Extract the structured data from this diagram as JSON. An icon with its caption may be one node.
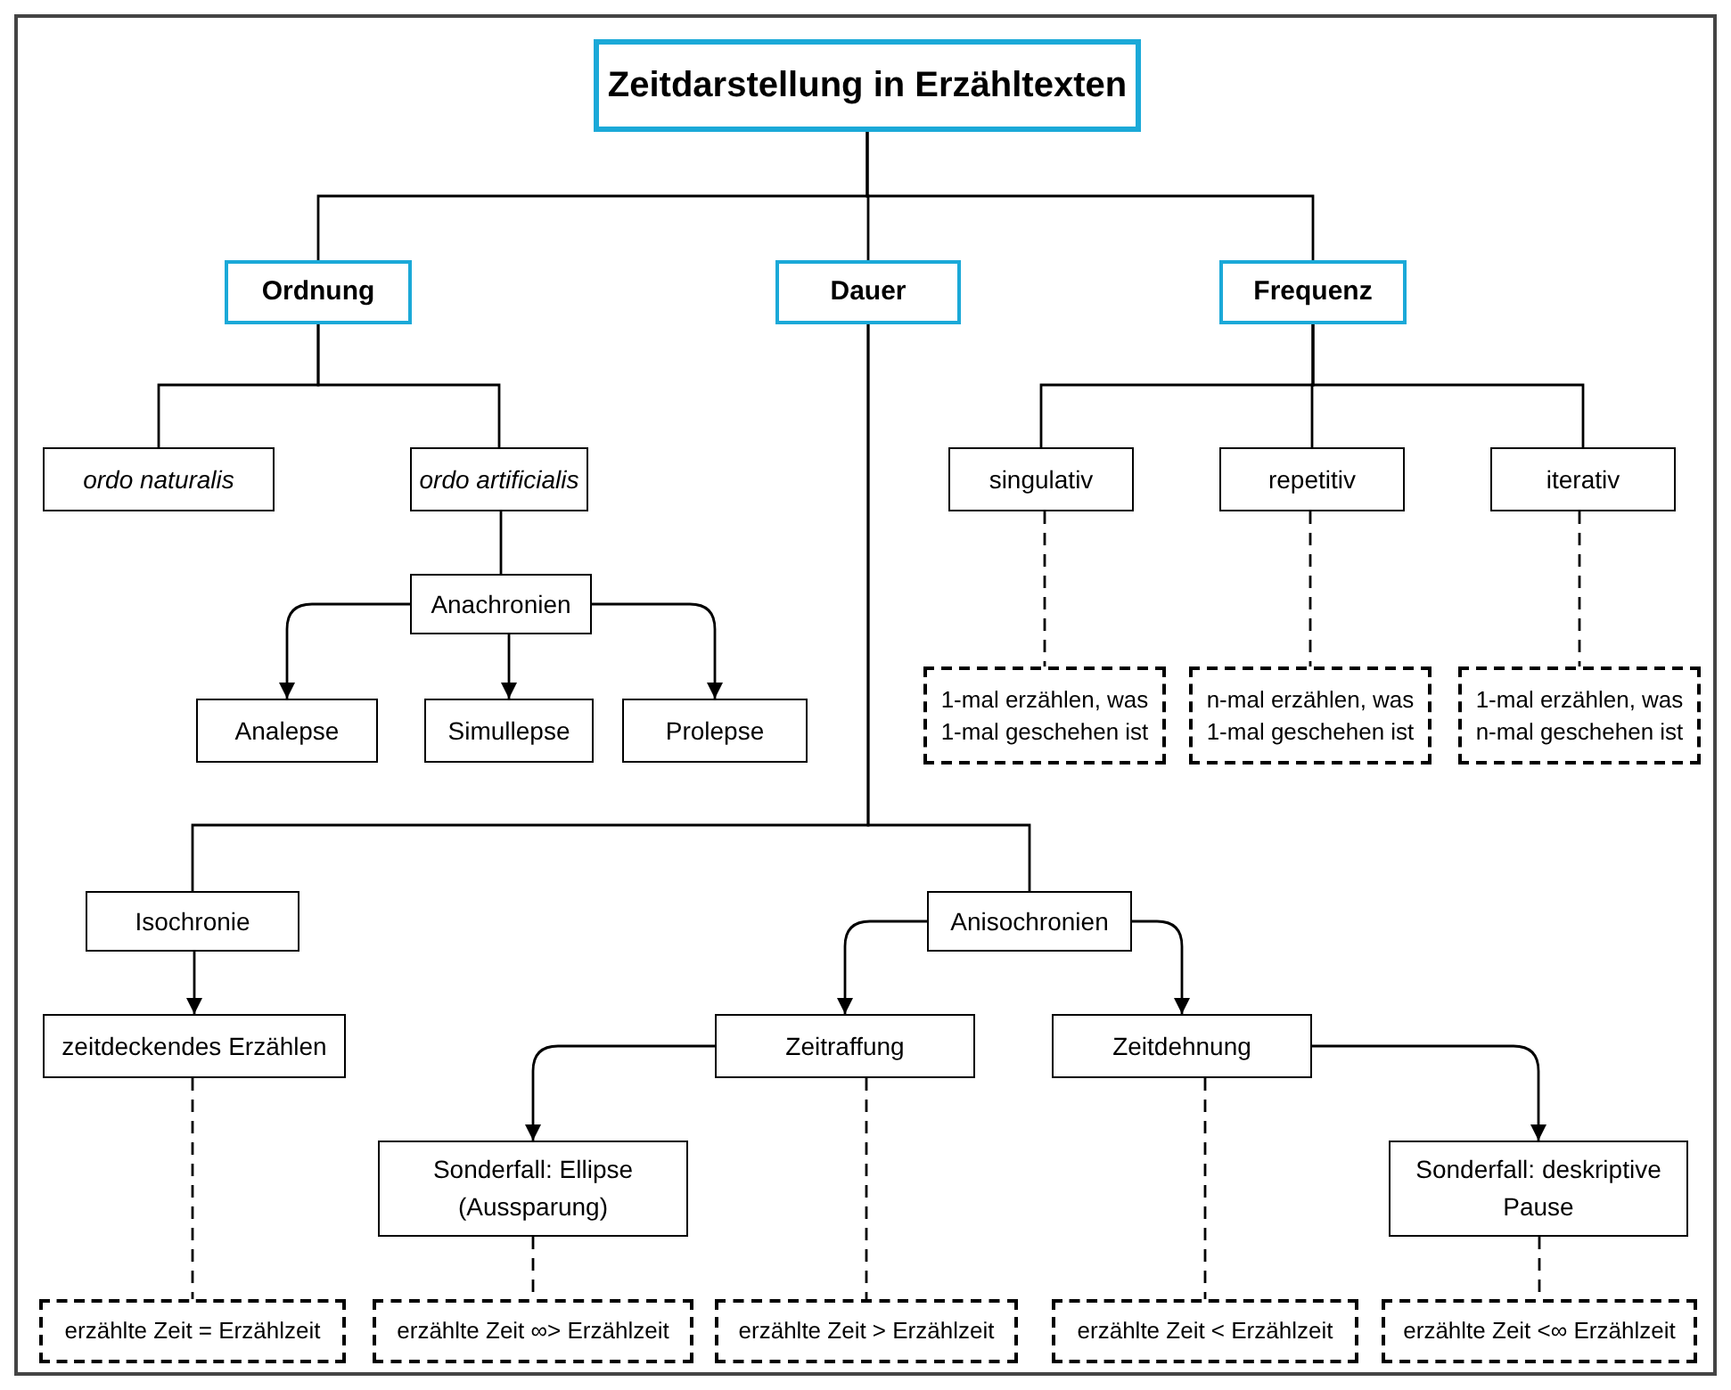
{
  "diagram": {
    "nodes": [
      {
        "text": [
          "Zeitdarstellung in Erzähltexten"
        ]
      },
      {
        "text": [
          "Ordnung"
        ]
      },
      {
        "text": [
          "Dauer"
        ]
      },
      {
        "text": [
          "Frequenz"
        ]
      },
      {
        "text": [
          "ordo naturalis"
        ]
      },
      {
        "text": [
          "ordo artificialis"
        ]
      },
      {
        "text": [
          "Anachronien"
        ]
      },
      {
        "text": [
          "Analepse"
        ]
      },
      {
        "text": [
          "Simullepse"
        ]
      },
      {
        "text": [
          "Prolepse"
        ]
      },
      {
        "text": [
          "singulativ"
        ]
      },
      {
        "text": [
          "repetitiv"
        ]
      },
      {
        "text": [
          "iterativ"
        ]
      },
      {
        "text": [
          "1-mal erzählen, was 1-mal geschehen ist"
        ]
      },
      {
        "text": [
          "n-mal erzählen, was 1-mal geschehen ist"
        ]
      },
      {
        "text": [
          "1-mal erzählen, was n-mal geschehen ist"
        ]
      },
      {
        "text": [
          "Isochronie"
        ]
      },
      {
        "text": [
          "Anisochronien"
        ]
      },
      {
        "text": [
          "zeitdeckendes Erzählen"
        ]
      },
      {
        "text": [
          "Zeitraffung"
        ]
      },
      {
        "text": [
          "Zeitdehnung"
        ]
      },
      {
        "text": [
          "Sonderfall: Ellipse (Aussparung)"
        ]
      },
      {
        "text": [
          "Sonderfall: deskriptive Pause"
        ]
      },
      {
        "text": [
          "erzählte Zeit = Erzählzeit"
        ]
      },
      {
        "text": [
          "erzählte Zeit ∞> Erzählzeit"
        ]
      },
      {
        "text": [
          "erzählte Zeit > Erzählzeit"
        ]
      },
      {
        "text": [
          "erzählte Zeit < Erzählzeit"
        ]
      },
      {
        "text": [
          "erzählte Zeit <∞ Erzählzeit"
        ]
      }
    ],
    "edges": [
      {
        "from": 0,
        "to": 1,
        "arrow": "none"
      },
      {
        "from": 0,
        "to": 2,
        "arrow": "none"
      },
      {
        "from": 0,
        "to": 3,
        "arrow": "none"
      },
      {
        "from": 1,
        "to": 4,
        "arrow": "none"
      },
      {
        "from": 1,
        "to": 5,
        "arrow": "none"
      },
      {
        "from": 5,
        "to": 6,
        "arrow": "none"
      },
      {
        "from": 6,
        "to": 7,
        "arrow": "to"
      },
      {
        "from": 6,
        "to": 8,
        "arrow": "to"
      },
      {
        "from": 6,
        "to": 9,
        "arrow": "to"
      },
      {
        "from": 3,
        "to": 10,
        "arrow": "none"
      },
      {
        "from": 3,
        "to": 11,
        "arrow": "none"
      },
      {
        "from": 3,
        "to": 12,
        "arrow": "none"
      },
      {
        "from": 10,
        "to": 13,
        "arrow": "none",
        "style": "dashed"
      },
      {
        "from": 11,
        "to": 14,
        "arrow": "none",
        "style": "dashed"
      },
      {
        "from": 12,
        "to": 15,
        "arrow": "none",
        "style": "dashed"
      },
      {
        "from": 2,
        "to": 16,
        "arrow": "none"
      },
      {
        "from": 2,
        "to": 17,
        "arrow": "none"
      },
      {
        "from": 16,
        "to": 18,
        "arrow": "to"
      },
      {
        "from": 17,
        "to": 19,
        "arrow": "to"
      },
      {
        "from": 17,
        "to": 20,
        "arrow": "to"
      },
      {
        "from": 19,
        "to": 21,
        "arrow": "to"
      },
      {
        "from": 20,
        "to": 22,
        "arrow": "to"
      },
      {
        "from": 18,
        "to": 23,
        "arrow": "none",
        "style": "dashed"
      },
      {
        "from": 21,
        "to": 24,
        "arrow": "none",
        "style": "dashed"
      },
      {
        "from": 19,
        "to": 25,
        "arrow": "none",
        "style": "dashed"
      },
      {
        "from": 20,
        "to": 26,
        "arrow": "none",
        "style": "dashed"
      },
      {
        "from": 22,
        "to": 27,
        "arrow": "none",
        "style": "dashed"
      }
    ]
  }
}
